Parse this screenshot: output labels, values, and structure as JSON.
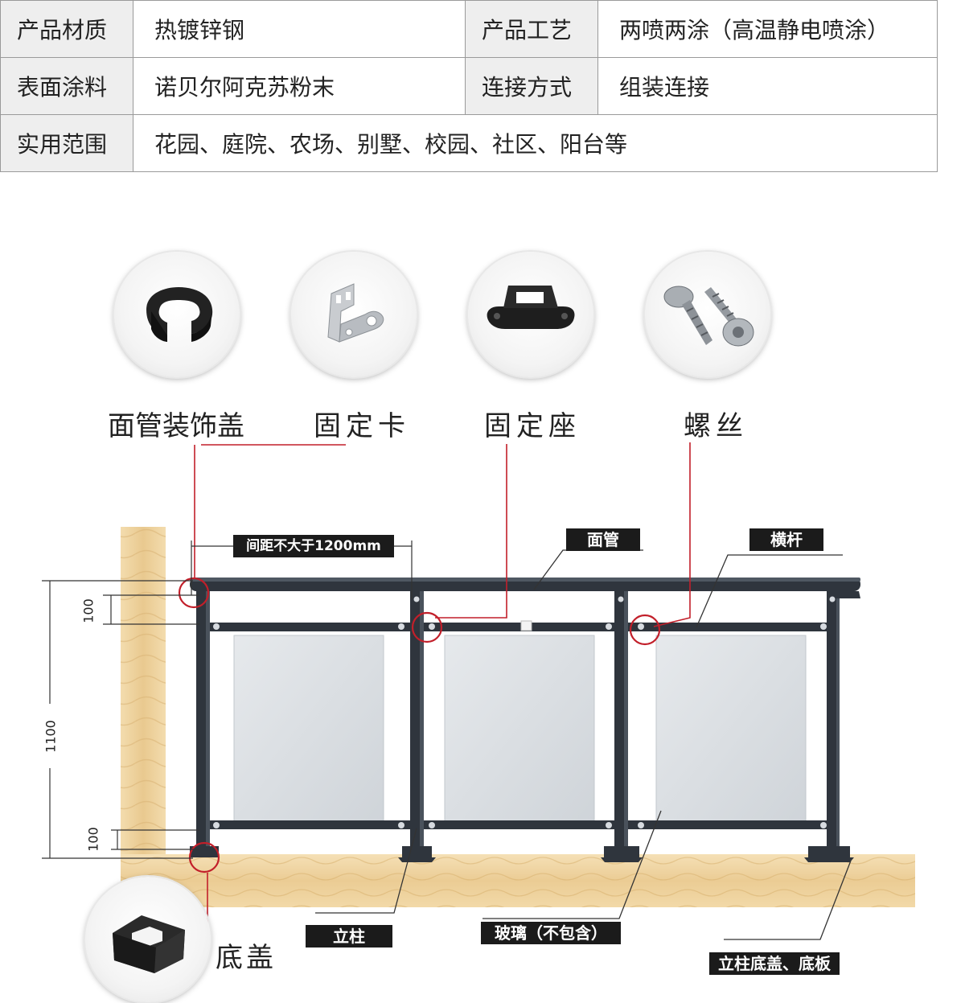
{
  "spec_table": {
    "rows": [
      [
        {
          "key": "产品材质",
          "value": "热镀锌钢"
        },
        {
          "key": "产品工艺",
          "value": "两喷两涂（高温静电喷涂）"
        }
      ],
      [
        {
          "key": "表面涂料",
          "value": "诺贝尔阿克苏粉末"
        },
        {
          "key": "连接方式",
          "value": "组装连接"
        }
      ],
      [
        {
          "key": "实用范围",
          "value": "花园、庭院、农场、别墅、校园、社区、阳台等"
        }
      ]
    ]
  },
  "parts": [
    {
      "label": "面管装饰盖",
      "icon": "pipe-cap-icon"
    },
    {
      "label": "固定卡",
      "icon": "bracket-icon"
    },
    {
      "label": "固定座",
      "icon": "mount-base-icon"
    },
    {
      "label": "螺丝",
      "icon": "screws-icon"
    }
  ],
  "base_cap": {
    "label": "底盖",
    "icon": "base-cap-icon"
  },
  "dimensions": {
    "spacing": "间距不大于1200mm",
    "height_total": "1100",
    "top_offset": "100",
    "bottom_offset": "100"
  },
  "callouts": {
    "top_rail": "面管",
    "cross_bar": "横杆",
    "post": "立柱",
    "glass": "玻璃（不包含）",
    "post_base": "立柱底盖、底板"
  },
  "colors": {
    "metal": "#2f353d",
    "glass": "#d9dde1",
    "highlight": "#c21f2a",
    "wood": "#efd4a0"
  }
}
